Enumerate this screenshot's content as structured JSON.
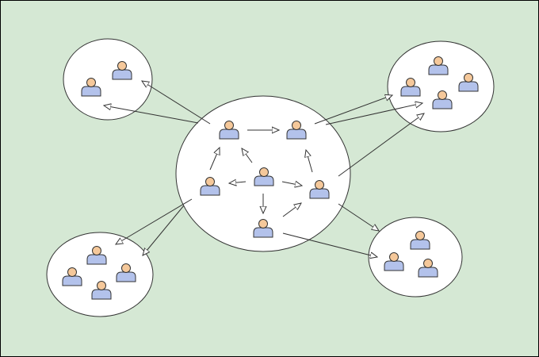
{
  "colors": {
    "background": "#d5e8d4",
    "frame": "#000000",
    "group_fill": "#ffffff",
    "group_stroke": "#333333",
    "arrow_stroke": "#333333",
    "person_head": "#f5c89a",
    "person_body": "#b3c2eb",
    "person_stroke": "#333333"
  },
  "diagram": {
    "title": "",
    "groups": [
      {
        "id": "central"
      },
      {
        "id": "top-left"
      },
      {
        "id": "top-right"
      },
      {
        "id": "bottom-left"
      },
      {
        "id": "bottom-right"
      }
    ],
    "people": [
      {
        "id": "c1",
        "group": "central"
      },
      {
        "id": "c2",
        "group": "central"
      },
      {
        "id": "c3",
        "group": "central"
      },
      {
        "id": "c4",
        "group": "central"
      },
      {
        "id": "c5",
        "group": "central"
      },
      {
        "id": "c6",
        "group": "central"
      },
      {
        "id": "tl1",
        "group": "top-left"
      },
      {
        "id": "tl2",
        "group": "top-left"
      },
      {
        "id": "tr1",
        "group": "top-right"
      },
      {
        "id": "tr2",
        "group": "top-right"
      },
      {
        "id": "tr3",
        "group": "top-right"
      },
      {
        "id": "tr4",
        "group": "top-right"
      },
      {
        "id": "bl1",
        "group": "bottom-left"
      },
      {
        "id": "bl2",
        "group": "bottom-left"
      },
      {
        "id": "bl3",
        "group": "bottom-left"
      },
      {
        "id": "bl4",
        "group": "bottom-left"
      },
      {
        "id": "br1",
        "group": "bottom-right"
      },
      {
        "id": "br2",
        "group": "bottom-right"
      },
      {
        "id": "br3",
        "group": "bottom-right"
      }
    ],
    "edges": [
      {
        "from": "c1",
        "to": "c2"
      },
      {
        "from": "c3",
        "to": "c1"
      },
      {
        "from": "c4",
        "to": "c1"
      },
      {
        "from": "c4",
        "to": "c3"
      },
      {
        "from": "c4",
        "to": "c5"
      },
      {
        "from": "c4",
        "to": "c6"
      },
      {
        "from": "c6",
        "to": "c5"
      },
      {
        "from": "c5",
        "to": "c2"
      },
      {
        "from": "c1",
        "to": "top-left"
      },
      {
        "from": "c1",
        "to": "top-left"
      },
      {
        "from": "c2",
        "to": "top-right"
      },
      {
        "from": "c2",
        "to": "top-right"
      },
      {
        "from": "central",
        "to": "top-right"
      },
      {
        "from": "c3",
        "to": "bottom-left"
      },
      {
        "from": "c3",
        "to": "bottom-left"
      },
      {
        "from": "central",
        "to": "bottom-right"
      },
      {
        "from": "c6",
        "to": "bottom-right"
      }
    ]
  }
}
